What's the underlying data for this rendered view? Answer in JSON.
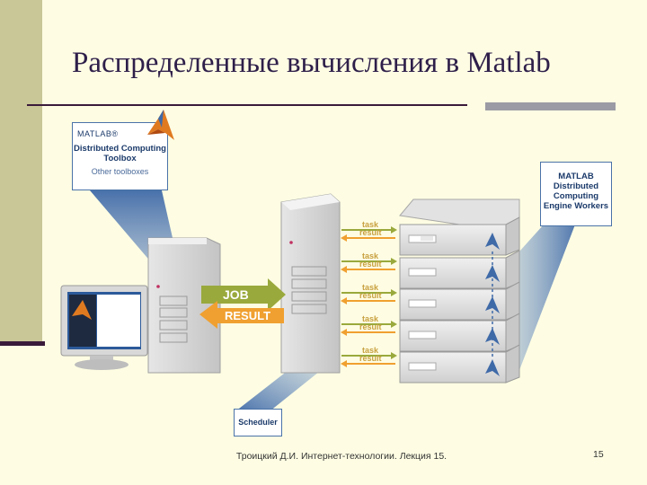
{
  "slide": {
    "title": "Распределенные вычисления в Matlab",
    "footer_author": "Троицкий Д.И. Интернет-технологии. Лекция 15.",
    "page_number": "15"
  },
  "callouts": {
    "matlab_brand": "MATLAB®",
    "matlab_product": "Distributed Computing Toolbox",
    "matlab_other": "Other toolboxes",
    "workers": "MATLAB Distributed Computing Engine Workers",
    "scheduler": "Scheduler"
  },
  "arrows": {
    "job_label": "JOB",
    "result_label": "RESULT"
  },
  "workers": [
    {
      "task_label": "task",
      "result_label": "result"
    },
    {
      "task_label": "task",
      "result_label": "result"
    },
    {
      "task_label": "task",
      "result_label": "result"
    },
    {
      "task_label": "task",
      "result_label": "result"
    },
    {
      "task_label": "task",
      "result_label": "result"
    }
  ],
  "colors": {
    "background": "#fefde3",
    "job_arrow": "#9aa93c",
    "result_arrow": "#f0a030",
    "task_text": "#c8a040",
    "callout_border": "#4a73a8"
  }
}
